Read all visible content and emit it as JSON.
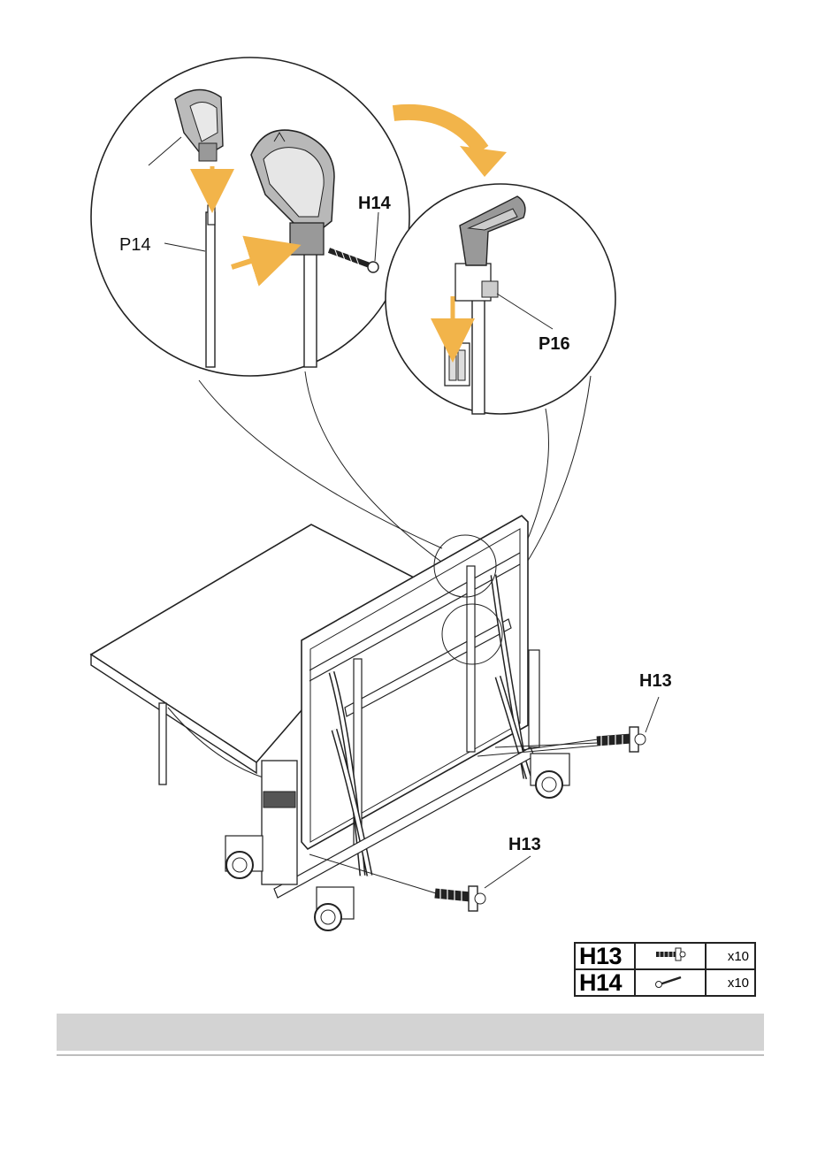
{
  "labels": {
    "p14": "P14",
    "h14": "H14",
    "p16": "P16",
    "h13_right": "H13",
    "h13_bottom": "H13"
  },
  "hardware_table": [
    {
      "code": "H13",
      "qty": "x10",
      "icon": "bolt-icon"
    },
    {
      "code": "H14",
      "qty": "x10",
      "icon": "screw-icon"
    }
  ],
  "colors": {
    "arrow": "#f2b44a",
    "line": "#222222",
    "footer_bar": "#d3d3d3"
  }
}
